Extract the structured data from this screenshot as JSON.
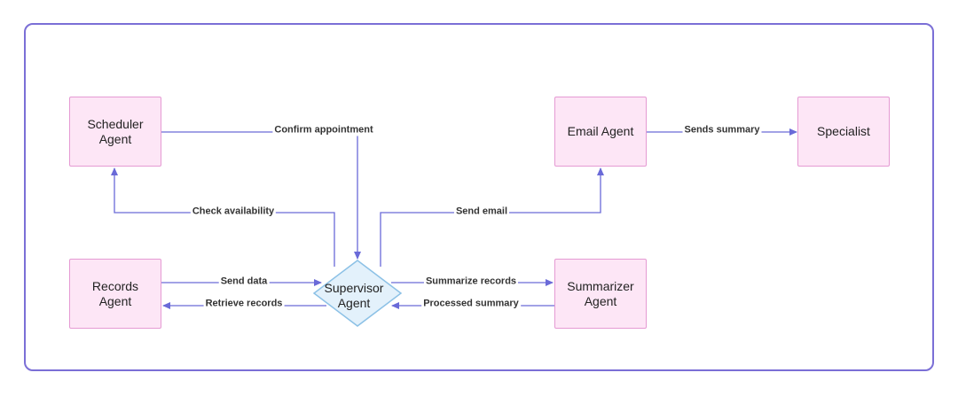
{
  "colors": {
    "frame": "#7b6fd6",
    "edge": "#6a6ad8",
    "node_fill": "#fde6f6",
    "node_border": "#e59ad3",
    "diamond_fill": "#e3f1fb",
    "diamond_border": "#8cc1e6"
  },
  "nodes": {
    "scheduler": "Scheduler\nAgent",
    "records": "Records\nAgent",
    "supervisor": "Supervisor\nAgent",
    "email": "Email Agent",
    "specialist": "Specialist",
    "summarizer": "Summarizer\nAgent"
  },
  "edges": {
    "confirm_appointment": "Confirm appointment",
    "check_availability": "Check availability",
    "send_data": "Send data",
    "retrieve_records": "Retrieve records",
    "send_email": "Send email",
    "sends_summary": "Sends summary",
    "summarize_records": "Summarize records",
    "processed_summary": "Processed summary"
  }
}
